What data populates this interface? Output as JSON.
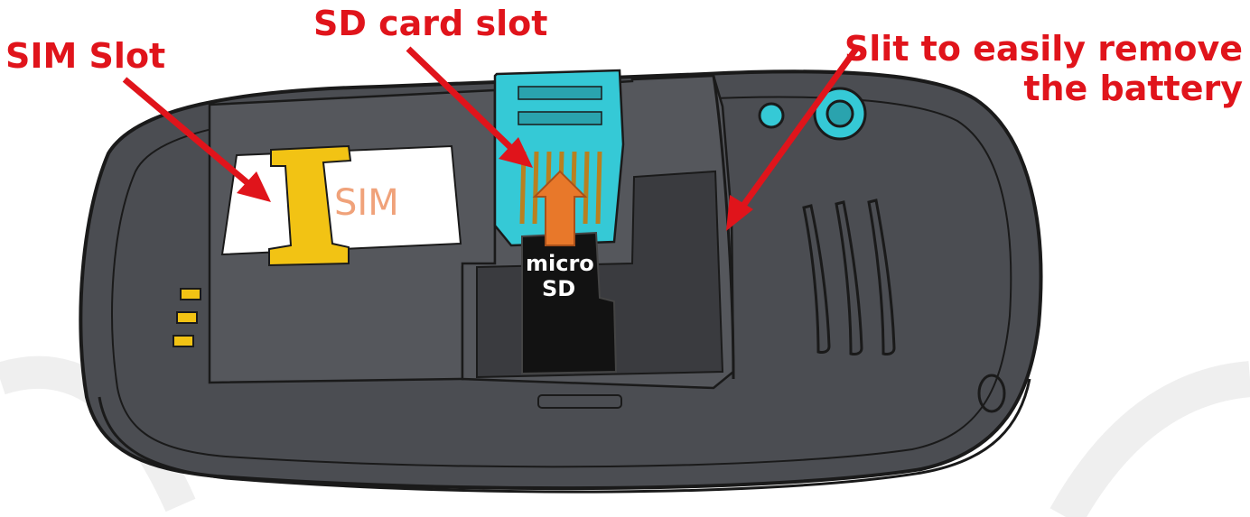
{
  "labels": {
    "sim_slot": "SIM Slot",
    "sd_card_slot": "SD card slot",
    "slit_line1": "Slit to easily remove",
    "slit_line2": "the battery"
  },
  "printed": {
    "sim_card": "SIM",
    "micro_sd_top": "micro",
    "micro_sd_bottom": "SD"
  },
  "colors": {
    "annotation": "#e0141b",
    "phone_body": "#4b4d52",
    "phone_outline": "#1a1a1a",
    "sim_tray": "#f2c314",
    "sd_holder": "#35c9d6",
    "insert_arrow": "#e8782a",
    "sim_text": "#f0a27a"
  }
}
